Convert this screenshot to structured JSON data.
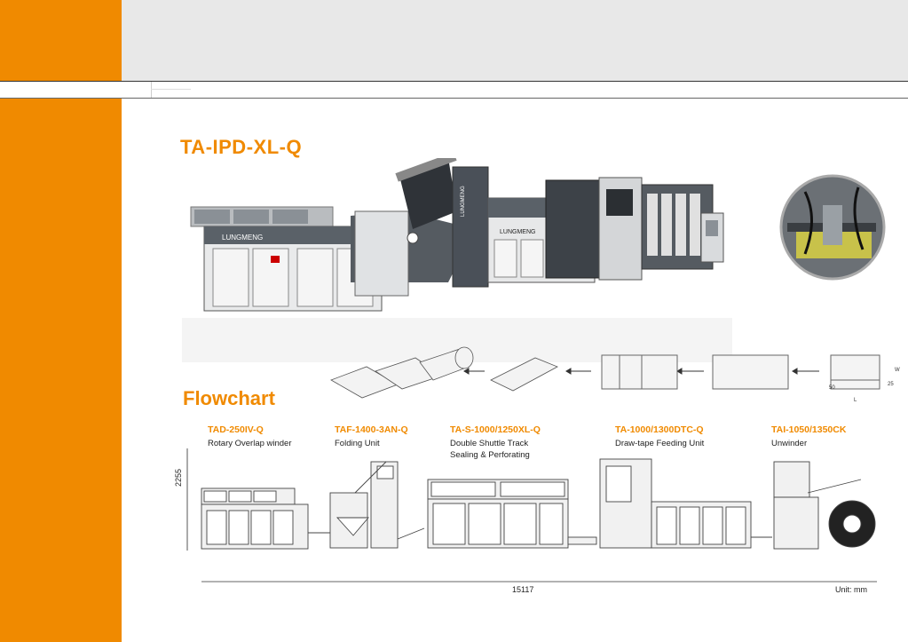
{
  "colors": {
    "accent": "#f08a00",
    "header_band": "#e8e8e8"
  },
  "model": {
    "title": "TA-IPD-XL-Q"
  },
  "flowchart": {
    "title": "Flowchart",
    "units": [
      {
        "code": "TAD-250IV-Q",
        "name": [
          "Rotary Overlap winder"
        ]
      },
      {
        "code": "TAF-1400-3AN-Q",
        "name": [
          "Folding Unit"
        ]
      },
      {
        "code": "TA-S-1000/1250XL-Q",
        "name": [
          "Double Shuttle Track",
          "Sealing & Perforating"
        ]
      },
      {
        "code": "TA-1000/1300DTC-Q",
        "name": [
          "Draw-tape Feeding Unit"
        ]
      },
      {
        "code": "TAI-1050/1350CK",
        "name": [
          "Unwinder"
        ]
      }
    ],
    "height_dim": "2255",
    "length_dim": "15117",
    "unit_note": "Unit: mm"
  },
  "bag_process": {
    "labels": [
      "50",
      "25",
      "W",
      "L"
    ]
  },
  "machine_brand": "LUNGMENG"
}
